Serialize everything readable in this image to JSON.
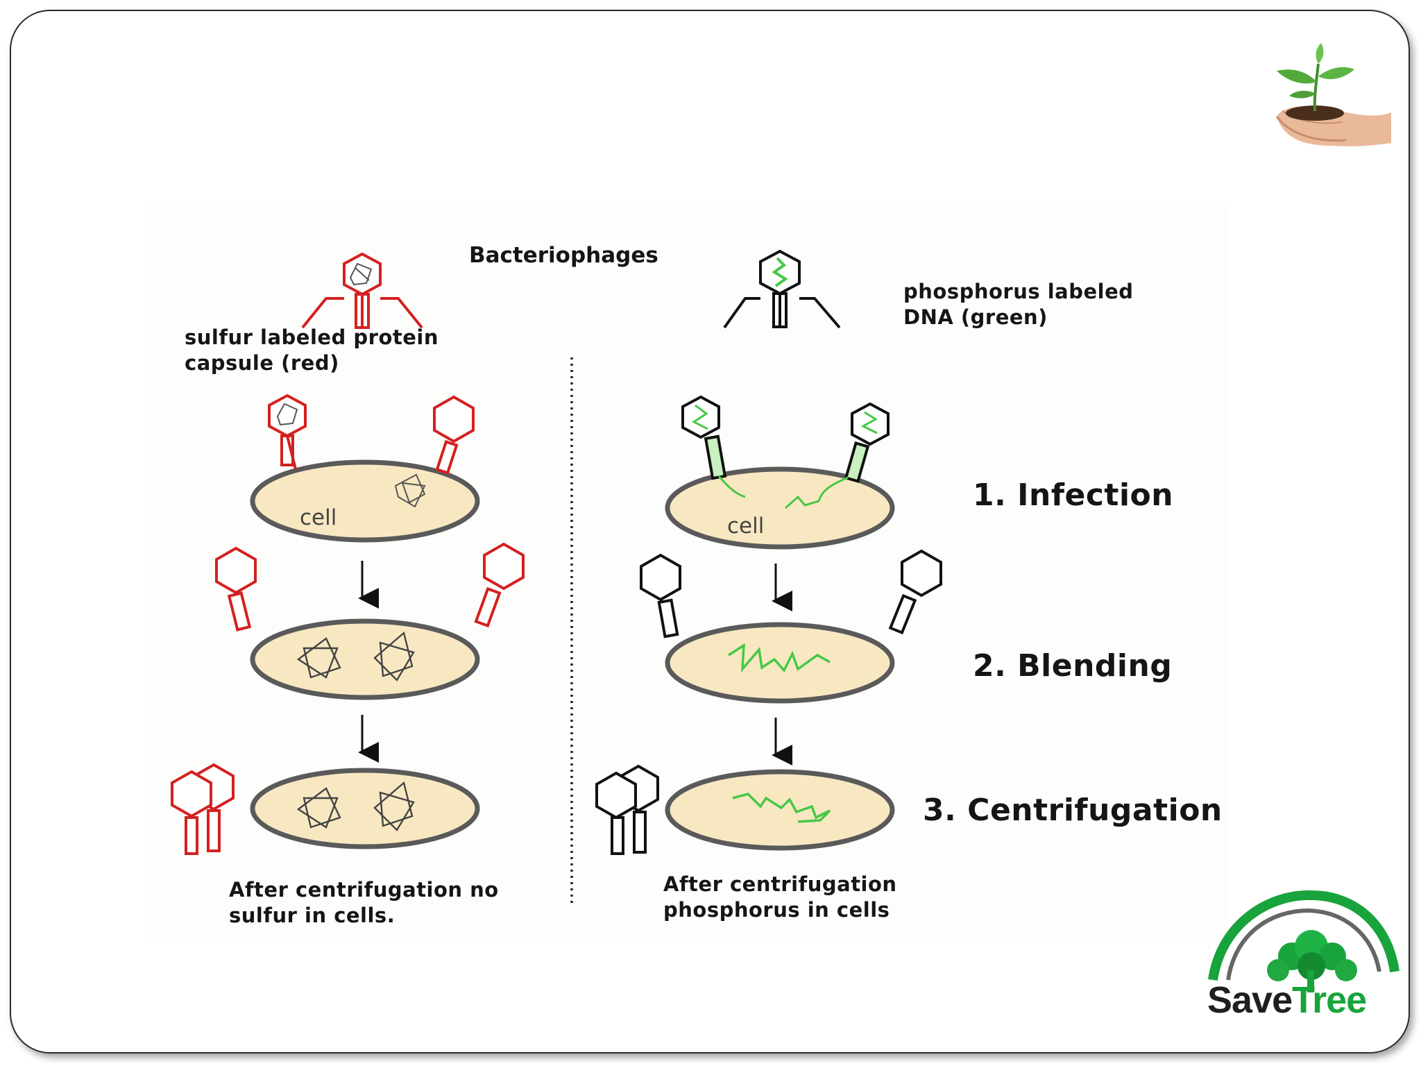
{
  "diagram": {
    "title": "Bacteriophages",
    "left_phage_label": "sulfur labeled protein\ncapsule (red)",
    "right_phage_label": "phosphorus labeled\nDNA  (green)",
    "cell_label": "cell",
    "steps": [
      {
        "label": "1. Infection"
      },
      {
        "label": "2. Blending"
      },
      {
        "label": "3. Centrifugation"
      }
    ],
    "left_conclusion": "After centrifugation no\nsulfur in cells.",
    "right_conclusion": "After centrifugation\nphosphorus in cells"
  },
  "logo": {
    "word1": "Save",
    "word2": "Tree"
  },
  "icons": {
    "hands": "hands-seedling-icon",
    "tree": "tree-icon"
  },
  "colors": {
    "protein_red": "#d42020",
    "dna_green": "#46c846",
    "cell_fill": "#f8e8c2",
    "cell_border": "#5a5a5a",
    "logo_green": "#19a33c"
  }
}
